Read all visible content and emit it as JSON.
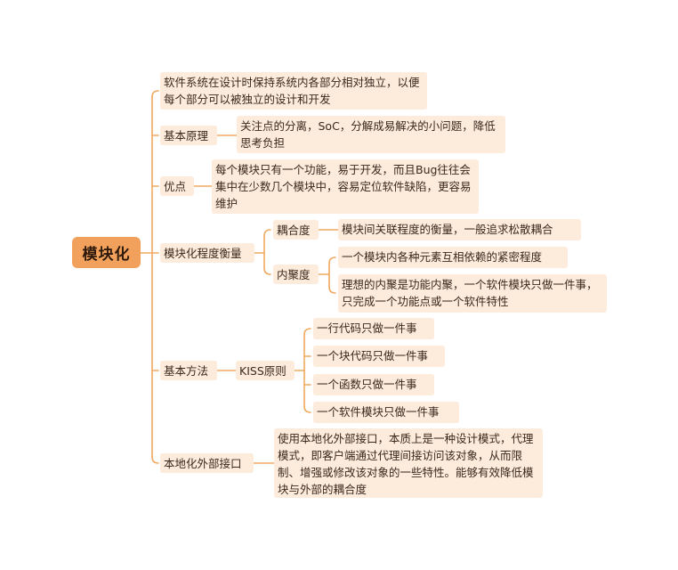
{
  "root": "模块化",
  "nodes": {
    "intro": "软件系统在设计时保持系统内各部分相对独立，以便每个部分可以被独立的设计和开发",
    "principle": "基本原理",
    "principle_desc": "关注点的分离，SoC，分解成易解决的小问题，降低思考负担",
    "advantage": "优点",
    "advantage_desc": "每个模块只有一个功能，易于开发，而且Bug往往会集中在少数几个模块中，容易定位软件缺陷，更容易维护",
    "measure": "模块化程度衡量",
    "coupling": "耦合度",
    "coupling_desc": "模块间关联程度的衡量，一般追求松散耦合",
    "cohesion": "内聚度",
    "cohesion_desc1": "一个模块内各种元素互相依赖的紧密程度",
    "cohesion_desc2": "理想的内聚是功能内聚，一个软件模块只做一件事，只完成一个功能点或一个软件特性",
    "method": "基本方法",
    "kiss": "KISS原则",
    "kiss1": "一行代码只做一件事",
    "kiss2": "一个块代码只做一件事",
    "kiss3": "一个函数只做一件事",
    "kiss4": "一个软件模块只做一件事",
    "local": "本地化外部接口",
    "local_desc": "使用本地化外部接口，本质上是一种设计模式，代理模式，即客户端通过代理间接访问该对象，从而限制、增强或修改该对象的一些特性。能够有效降低模块与外部的耦合度"
  },
  "colors": {
    "node_bg": "#fdebdc",
    "root_bg": "#f2a15c",
    "line": "#f0a860",
    "text": "#3a2a1e"
  }
}
